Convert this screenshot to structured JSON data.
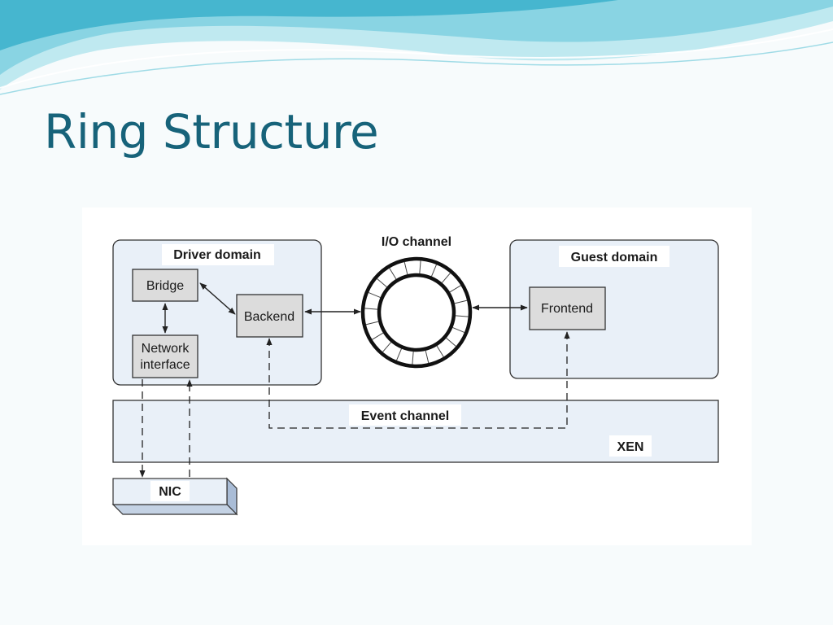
{
  "slide": {
    "title": "Ring Structure"
  },
  "diagram": {
    "driver_domain": {
      "label": "Driver domain"
    },
    "guest_domain": {
      "label": "Guest domain"
    },
    "io_channel": {
      "label": "I/O channel",
      "slots": 20
    },
    "bridge": {
      "label": "Bridge"
    },
    "backend": {
      "label": "Backend"
    },
    "network_interface": {
      "label_line1": "Network",
      "label_line2": "interface"
    },
    "frontend": {
      "label": "Frontend"
    },
    "event_channel": {
      "label": "Event channel"
    },
    "xen": {
      "label": "XEN"
    },
    "nic": {
      "label": "NIC"
    }
  },
  "colors": {
    "title": "#17637a",
    "domain_fill": "#e9f0f8",
    "component_fill": "#dcdcdc",
    "wave_light": "#bfe9f0",
    "wave_dark": "#3fb3cc"
  }
}
